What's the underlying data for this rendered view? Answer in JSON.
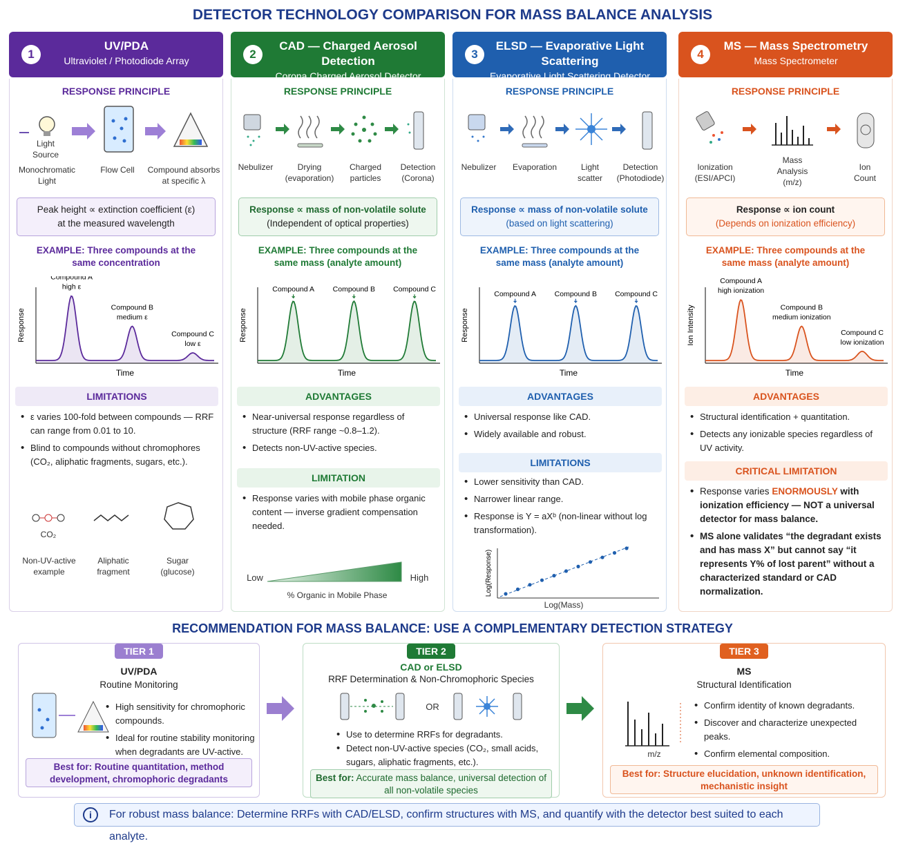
{
  "title": "DETECTOR TECHNOLOGY COMPARISON FOR MASS BALANCE ANALYSIS",
  "colors": {
    "uv": "#5b2a9b",
    "cad": "#1f7a35",
    "elsd": "#1f5fae",
    "ms": "#d9531e"
  },
  "columns": [
    {
      "num": "1",
      "name": "UV/PDA",
      "subtitle": "Ultraviolet / Photodiode Array",
      "principle": "RESPONSE PRINCIPLE",
      "icons": [
        "Light\nSource",
        "Monochromatic\nLight",
        "Flow Cell",
        "Compound absorbs\nat specific λ"
      ],
      "box1": "Peak height ∝ extinction coefficient (ε)",
      "box2": "at the measured wavelength",
      "example": "EXAMPLE: Three compounds at the\nsame concentration",
      "ylabel": "Response",
      "xlabel": "Time",
      "peaks": [
        {
          "label": "Compound A",
          "sub": "high ε",
          "h": 0.85
        },
        {
          "label": "Compound B",
          "sub": "medium ε",
          "h": 0.45
        },
        {
          "label": "Compound C",
          "sub": "low ε",
          "h": 0.1
        }
      ],
      "sec1": "LIMITATIONS",
      "list1": [
        "ε varies 100-fold between compounds — RRF can range from 0.01 to 10.",
        "Blind to compounds without chromophores (CO₂, aliphatic fragments, sugars, etc.)."
      ],
      "examples": [
        "CO₂",
        "Non-UV-active\nexample",
        "Aliphatic\nfragment",
        "Sugar\n(glucose)"
      ]
    },
    {
      "num": "2",
      "name": "CAD — Charged Aerosol Detection",
      "subtitle": "Corona Charged Aerosol Detector",
      "principle": "RESPONSE PRINCIPLE",
      "icons": [
        "Nebulizer",
        "Drying\n(evaporation)",
        "Charged\nparticles",
        "Detection\n(Corona)"
      ],
      "box1": "Response ∝ mass of non-volatile solute",
      "box2": "(Independent of optical properties)",
      "example": "EXAMPLE: Three compounds at the\nsame mass (analyte amount)",
      "ylabel": "Response",
      "xlabel": "Time",
      "peaks": [
        {
          "label": "Compound A",
          "sub": "",
          "h": 0.78
        },
        {
          "label": "Compound B",
          "sub": "",
          "h": 0.78
        },
        {
          "label": "Compound C",
          "sub": "",
          "h": 0.78
        }
      ],
      "sec1": "ADVANTAGES",
      "list1": [
        "Near-universal response regardless of structure (RRF range ~0.8–1.2).",
        "Detects non-UV-active species."
      ],
      "sec2": "LIMITATION",
      "list2": [
        "Response varies with mobile phase organic content — inverse gradient compensation needed."
      ],
      "grad": {
        "low": "Low",
        "high": "High",
        "label": "% Organic in Mobile Phase"
      }
    },
    {
      "num": "3",
      "name": "ELSD — Evaporative Light Scattering",
      "subtitle": "Evaporative Light Scattering Detector",
      "principle": "RESPONSE PRINCIPLE",
      "icons": [
        "Nebulizer",
        "Evaporation",
        "Light\nscatter",
        "Detection\n(Photodiode)"
      ],
      "box1": "Response ∝ mass of non-volatile solute",
      "box2": "(based on light scattering)",
      "example": "EXAMPLE: Three compounds at the\nsame mass (analyte amount)",
      "ylabel": "Response",
      "xlabel": "Time",
      "peaks": [
        {
          "label": "Compound A",
          "sub": "",
          "h": 0.72
        },
        {
          "label": "Compound B",
          "sub": "",
          "h": 0.72
        },
        {
          "label": "Compound C",
          "sub": "",
          "h": 0.72
        }
      ],
      "sec1": "ADVANTAGES",
      "list1": [
        "Universal response like CAD.",
        "Widely available and robust."
      ],
      "sec2": "LIMITATIONS",
      "list2": [
        "Lower sensitivity than CAD.",
        "Narrower linear range.",
        "Response is Y = aXᵇ (non-linear without log transformation)."
      ],
      "logplot": {
        "x": "Log(Mass)",
        "y": "Log(Response)"
      }
    },
    {
      "num": "4",
      "name": "MS — Mass Spectrometry",
      "subtitle": "Mass Spectrometer",
      "principle": "RESPONSE PRINCIPLE",
      "icons": [
        "Ionization\n(ESI/APCI)",
        "Mass\nAnalysis\n(m/z)",
        "Ion\nCount"
      ],
      "box1": "Response ∝ ion count",
      "box2": "(Depends on ionization efficiency)",
      "example": "EXAMPLE: Three compounds at the\nsame mass (analyte amount)",
      "ylabel": "Ion Intensity",
      "xlabel": "Time",
      "peaks": [
        {
          "label": "Compound A",
          "sub": "high ionization",
          "h": 0.8
        },
        {
          "label": "Compound B",
          "sub": "medium ionization",
          "h": 0.45
        },
        {
          "label": "Compound C",
          "sub": "low ionization",
          "h": 0.12
        }
      ],
      "sec1": "ADVANTAGES",
      "list1": [
        "Structural identification + quantitation.",
        "Detects any ionizable species regardless of UV activity."
      ],
      "sec2": "CRITICAL LIMITATION",
      "crit1a": "Response varies ",
      "crit1b": "ENORMOUSLY",
      "crit1c": " with ionization efficiency — NOT a universal detector for mass balance.",
      "crit2": "MS alone validates “the degradant exists and has mass X” but cannot say “it represents Y% of lost parent” without a characterized standard or CAD normalization."
    }
  ],
  "rec_title": "RECOMMENDATION FOR MASS BALANCE: USE A COMPLEMENTARY DETECTION STRATEGY",
  "tiers": [
    {
      "tag": "TIER 1",
      "name": "UV/PDA",
      "sub": "Routine Monitoring",
      "items": [
        "High sensitivity for chromophoric compounds.",
        "Ideal for routine stability monitoring when degradants are UV-active."
      ],
      "best_lbl": "Best for:",
      "best": " Routine quantitation, method development, chromophoric degradants"
    },
    {
      "tag": "TIER 2",
      "name": "CAD or ELSD",
      "sub": "RRF Determination & Non-Chromophoric Species",
      "or": "OR",
      "items": [
        "Use to determine RRFs for degradants.",
        "Detect non-UV-active species (CO₂, small acids, sugars, aliphatic fragments, etc.)."
      ],
      "best_lbl": "Best for:",
      "best": " Accurate mass balance, universal detection of all non-volatile species"
    },
    {
      "tag": "TIER 3",
      "name": "MS",
      "sub": "Structural Identification",
      "mz": "m/z",
      "items": [
        "Confirm identity of known degradants.",
        "Discover and characterize unexpected peaks.",
        "Confirm elemental composition."
      ],
      "best_lbl": "Best for:",
      "best": " Structure elucidation, unknown identification, mechanistic insight"
    }
  ],
  "footer": "For robust mass balance: Determine RRFs with CAD/ELSD, confirm structures with MS, and quantify with the detector best suited to each analyte."
}
